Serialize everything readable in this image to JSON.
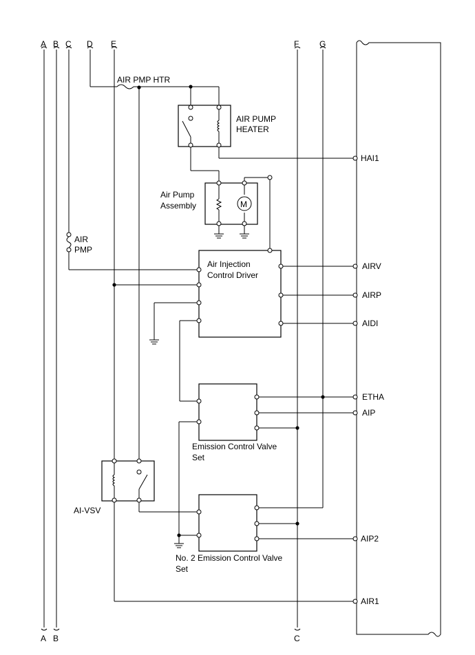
{
  "wire_letters": {
    "top": [
      "A",
      "B",
      "C",
      "D",
      "E",
      "F",
      "G"
    ],
    "bottom_a": "A",
    "bottom_b": "B",
    "bottom_c": "C"
  },
  "components": {
    "fuse_htr": "AIR PMP HTR",
    "fuse_pmp_line1": "AIR",
    "fuse_pmp_line2": "PMP",
    "heater_line1": "AIR PUMP",
    "heater_line2": "HEATER",
    "pump_line1": "Air Pump",
    "pump_line2": "Assembly",
    "motor_symbol": "M",
    "driver_line1": "Air Injection",
    "driver_line2": "Control Driver",
    "ecv1_line1": "Emission Control Valve",
    "ecv1_line2": "Set",
    "ecv2_line1": "No. 2 Emission Control Valve",
    "ecv2_line2": "Set",
    "vsv": "AI-VSV"
  },
  "ecm_pins": [
    "HAI1",
    "AIRV",
    "AIRP",
    "AIDI",
    "ETHA",
    "AIP",
    "AIP2",
    "AIR1"
  ],
  "colors": {
    "line": "#000000",
    "background": "#ffffff"
  }
}
